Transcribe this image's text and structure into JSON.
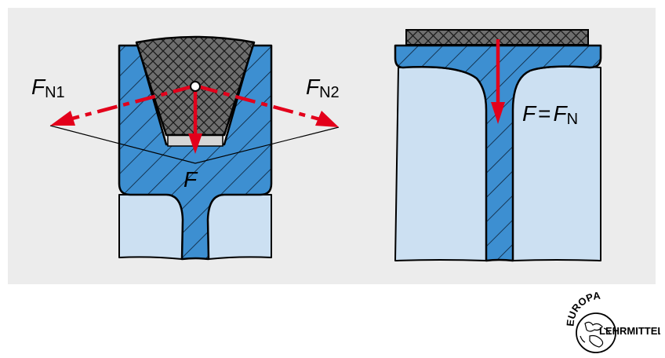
{
  "left_figure": {
    "label_fn1": {
      "main": "F",
      "sub": "N1"
    },
    "label_fn2": {
      "main": "F",
      "sub": "N2"
    },
    "label_f": "F"
  },
  "right_figure": {
    "label_f": "F",
    "label_eq": "=",
    "label_fn": {
      "main": "F",
      "sub": "N"
    }
  },
  "logo": {
    "top_text": "EUROPA",
    "side_text": "LEHRMITTEL"
  },
  "colors": {
    "panel": "#ececec",
    "blue_dark": "#3d8fd1",
    "blue_light": "#cce0f2",
    "belt_gray": "#6a6a6a",
    "arrow_red": "#e3001b"
  }
}
